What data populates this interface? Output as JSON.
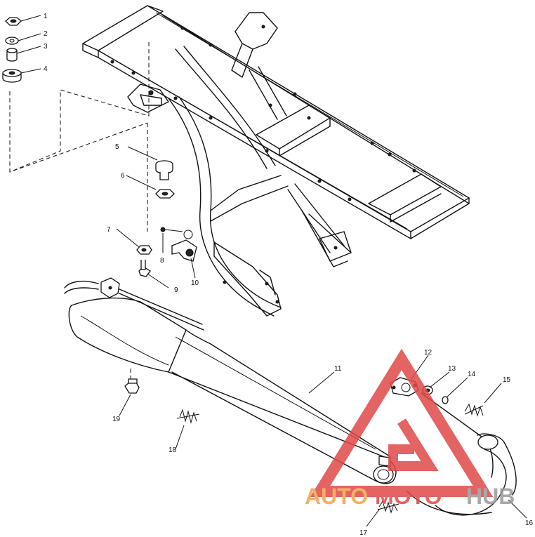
{
  "callouts": [
    "1",
    "2",
    "3",
    "4",
    "5",
    "6",
    "7",
    "8",
    "9",
    "10",
    "11",
    "12",
    "13",
    "14",
    "15",
    "16",
    "17",
    "18",
    "19"
  ],
  "watermark": {
    "part1": "AUTO",
    "part2": "MOTO",
    "part3": "HUB",
    "color_orange": "#f2a24a",
    "color_red": "#e04848",
    "color_gray": "#9a9a9a"
  },
  "colors": {
    "line": "#111111",
    "background": "#ffffff"
  }
}
